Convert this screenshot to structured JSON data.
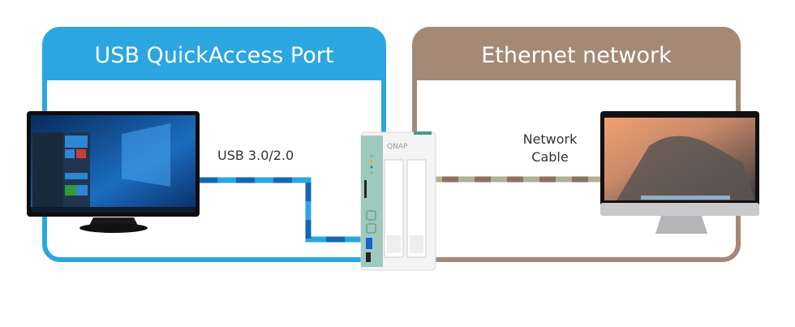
{
  "usb_section": {
    "title": "USB QuickAccess Port",
    "cable_label": "USB 3.0/2.0",
    "color": "#2ca6e0",
    "cable_dark": "#1366b5"
  },
  "ethernet_section": {
    "title": "Ethernet network",
    "cable_label_line1": "Network",
    "cable_label_line2": "Cable",
    "color": "#a48a76",
    "cable_dark": "#8a7262",
    "cable_light": "#b3af94"
  },
  "nas": {
    "brand": "QNAP"
  }
}
